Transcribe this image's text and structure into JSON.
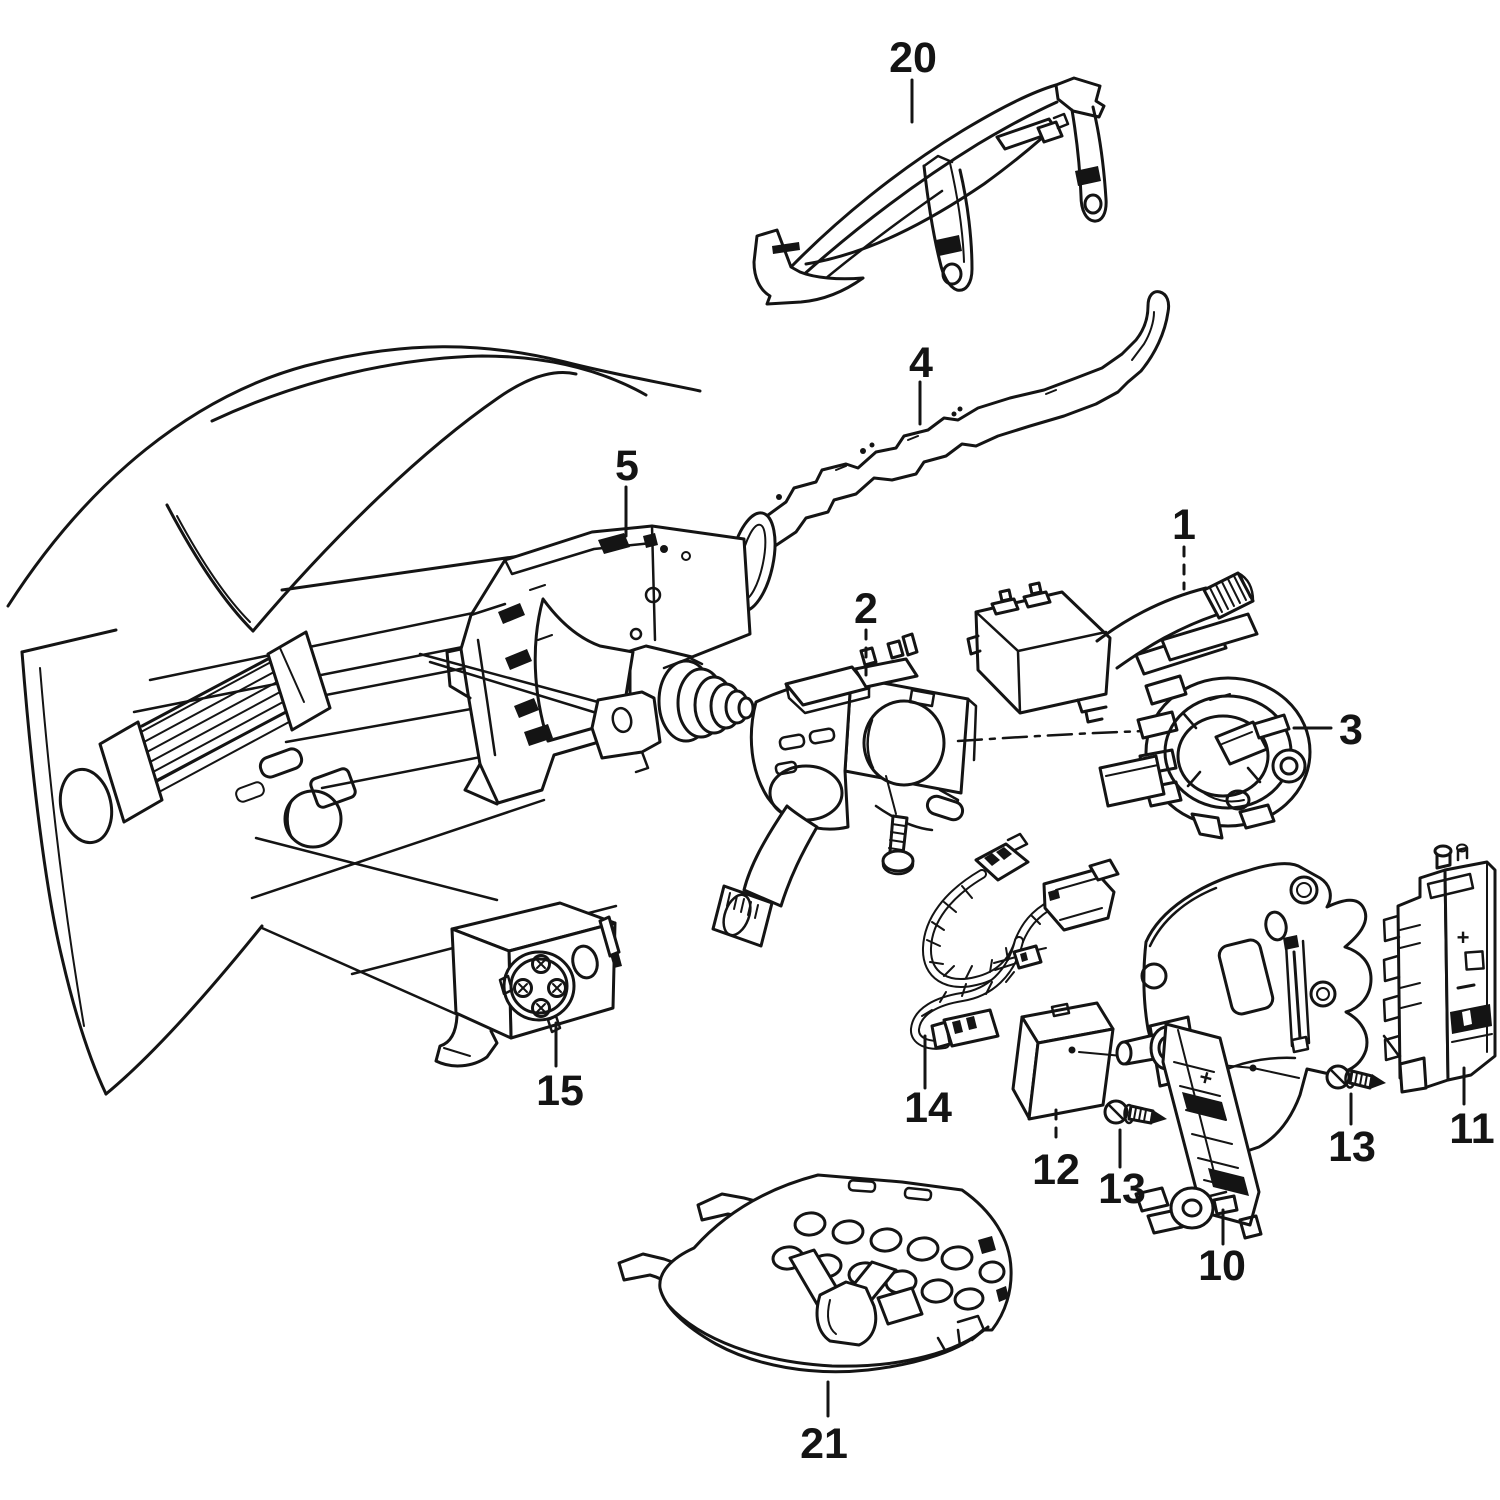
{
  "diagram": {
    "background_color": "#ffffff",
    "line_color": "#141414",
    "callouts": {
      "n20": "20",
      "n4": "4",
      "n5": "5",
      "n1": "1",
      "n2": "2",
      "n3": "3",
      "n15": "15",
      "n14": "14",
      "n12": "12",
      "n13a": "13",
      "n13b": "13",
      "n10": "10",
      "n11": "11",
      "n21": "21"
    },
    "part_marks": {
      "plus_10": "+",
      "plus_11": "+"
    }
  }
}
